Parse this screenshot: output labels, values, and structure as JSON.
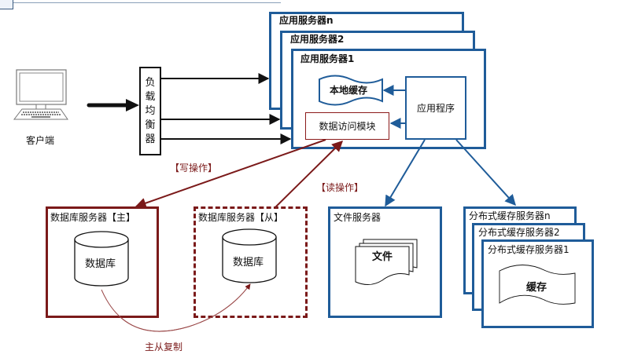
{
  "client": {
    "label": "客户端",
    "icon": "computer-icon"
  },
  "load_balancer": {
    "chars": [
      "负",
      "载",
      "均",
      "衡",
      "器"
    ]
  },
  "app_servers": [
    {
      "label": "应用服务器n"
    },
    {
      "label": "应用服务器2"
    },
    {
      "label": "应用服务器1"
    }
  ],
  "app_server_1": {
    "local_cache": "本地缓存",
    "application": "应用程序",
    "data_access_module": "数据访问模块"
  },
  "operations": {
    "write": "【写操作】",
    "read": "【读操作】",
    "replication": "主从复制"
  },
  "db_master": {
    "label": "数据库服务器【主】",
    "db": "数据库"
  },
  "db_slave": {
    "label": "数据库服务器【从】",
    "db": "数据库"
  },
  "file_server": {
    "label": "文件服务器",
    "doc": "文件"
  },
  "cache_servers": [
    {
      "label": "分布式缓存服务器n"
    },
    {
      "label": "分布式缓存服务器2"
    },
    {
      "label": "分布式缓存服务器1"
    }
  ],
  "cache_content": "缓存",
  "colors": {
    "blue": "#1f5c99",
    "dark_red": "#7b1a1a",
    "black": "#111111"
  }
}
